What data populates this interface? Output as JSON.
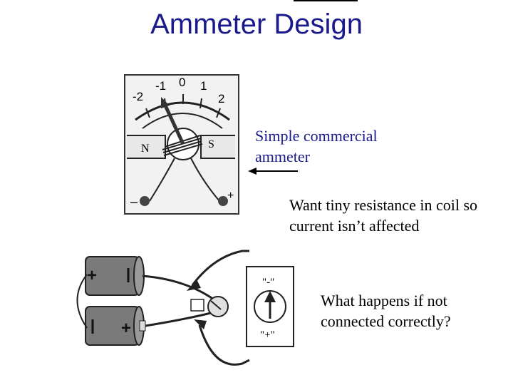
{
  "slide": {
    "title": "Ammeter Design",
    "notes": [
      "Simple commercial ammeter",
      "Want tiny resistance in coil so current isn’t affected",
      "What happens if not connected correctly?"
    ]
  },
  "meter": {
    "scale_labels": [
      "-2",
      "-1",
      "0",
      "1",
      "2"
    ],
    "magnet_north": "N",
    "magnet_south": "S",
    "terminal_minus": "–",
    "terminal_plus": "+"
  },
  "circuit": {
    "battery_top_plus": "+",
    "battery_bottom_plus": "+",
    "label_minus": "\"-\"",
    "label_plus": "\"+\""
  }
}
